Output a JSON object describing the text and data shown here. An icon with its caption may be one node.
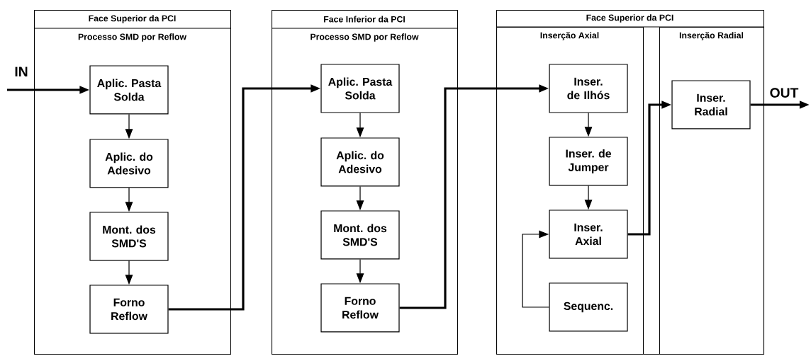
{
  "diagram": {
    "nodes": [
      {
        "text": [
          "Face Superior da PCI",
          "Processo SMD por Reflow"
        ]
      },
      {
        "text": [
          "Aplic. Pasta Solda"
        ],
        "in": 0
      },
      {
        "text": [
          "Aplic. do Adesivo"
        ],
        "in": 0
      },
      {
        "text": [
          "Mont. dos SMD'S"
        ],
        "in": 0
      },
      {
        "text": [
          "Forno Reflow"
        ],
        "in": 0
      },
      {
        "text": [
          "Face Inferior da PCI",
          "Processo SMD por Reflow"
        ]
      },
      {
        "text": [
          "Aplic. Pasta Solda"
        ],
        "in": 5
      },
      {
        "text": [
          "Aplic. do Adesivo"
        ],
        "in": 5
      },
      {
        "text": [
          "Mont. dos SMD'S"
        ],
        "in": 5
      },
      {
        "text": [
          "Forno Reflow"
        ],
        "in": 5
      },
      {
        "text": [
          "Face Superior da PCI"
        ]
      },
      {
        "text": [
          "Inserção Axial"
        ],
        "in": 10
      },
      {
        "text": [
          "Inser. de Ilhós"
        ],
        "in": 11
      },
      {
        "text": [
          "Inser. de Jumper"
        ],
        "in": 11
      },
      {
        "text": [
          "Inser. Axial"
        ],
        "in": 11
      },
      {
        "text": [
          "Sequenc."
        ],
        "in": 11
      },
      {
        "text": [
          "Inserção Radial"
        ],
        "in": 10
      },
      {
        "text": [
          "Inser. Radial"
        ],
        "in": 16
      }
    ],
    "edges": [
      {
        "from": null,
        "to": 1,
        "arrow": "to",
        "label": "IN",
        "style": "thick"
      },
      {
        "from": 1,
        "to": 2,
        "arrow": "to"
      },
      {
        "from": 2,
        "to": 3,
        "arrow": "to"
      },
      {
        "from": 3,
        "to": 4,
        "arrow": "to"
      },
      {
        "from": 4,
        "to": 6,
        "arrow": "to",
        "style": "thick"
      },
      {
        "from": 6,
        "to": 7,
        "arrow": "to"
      },
      {
        "from": 7,
        "to": 8,
        "arrow": "to"
      },
      {
        "from": 8,
        "to": 9,
        "arrow": "to"
      },
      {
        "from": 9,
        "to": 12,
        "arrow": "to",
        "style": "thick"
      },
      {
        "from": 12,
        "to": 13,
        "arrow": "to"
      },
      {
        "from": 13,
        "to": 14,
        "arrow": "to"
      },
      {
        "from": 15,
        "to": 14,
        "arrow": "to"
      },
      {
        "from": 14,
        "to": 17,
        "arrow": "to",
        "style": "thick"
      },
      {
        "from": 17,
        "to": null,
        "arrow": "to",
        "label": "OUT",
        "style": "thick"
      }
    ]
  }
}
